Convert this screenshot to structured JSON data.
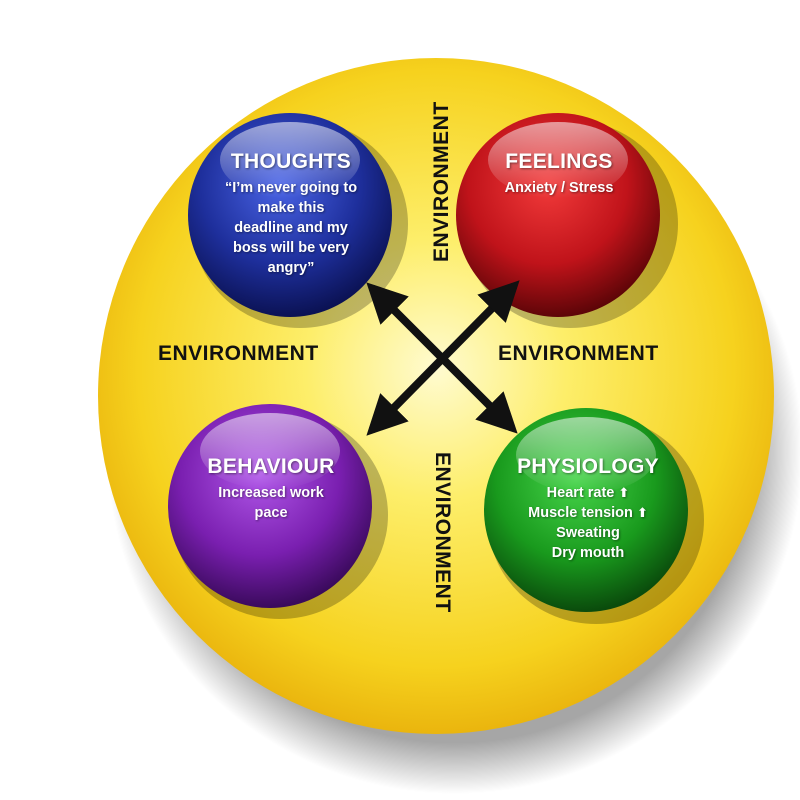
{
  "colors": {
    "yellow_outer": "#f2c20f",
    "yellow_inner": "#fdf6a0",
    "thoughts": "#1e2f9c",
    "feelings": "#c0131a",
    "behaviour": "#7a1fb0",
    "physiology": "#199a1d",
    "arrow": "#111111"
  },
  "thoughts": {
    "title": "THOUGHTS",
    "lines": [
      "“I’m never going to",
      "make this",
      "deadline and my",
      "boss will be very",
      "angry”"
    ]
  },
  "feelings": {
    "title": "FEELINGS",
    "lines": [
      "Anxiety / Stress"
    ]
  },
  "behaviour": {
    "title": "BEHAVIOUR",
    "lines": [
      "Increased work",
      "pace"
    ]
  },
  "physiology": {
    "title": "PHYSIOLOGY",
    "lines": [
      "Heart rate",
      "Muscle tension",
      "Sweating",
      "Dry mouth"
    ],
    "up_arrow_glyph": "⬆"
  },
  "environment": {
    "top": "ENVIRONMENT",
    "bottom": "ENVIRONMENT",
    "left": "ENVIRONMENT",
    "right": "ENVIRONMENT"
  }
}
